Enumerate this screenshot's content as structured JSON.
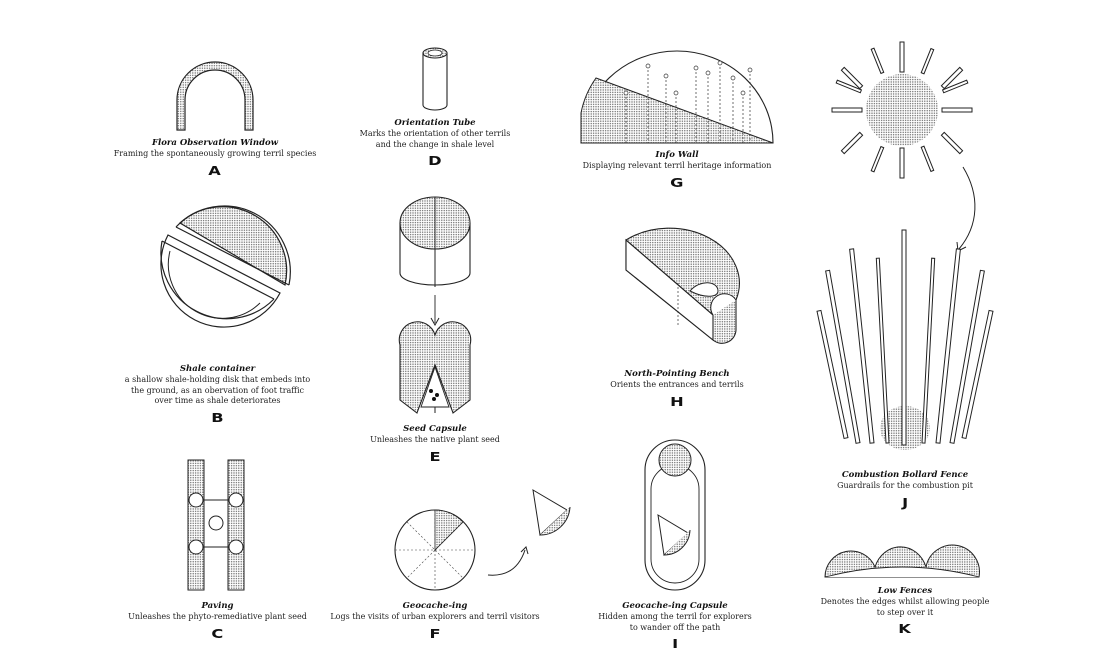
{
  "items": {
    "A": {
      "letter": "A",
      "title": "Flora Observation Window",
      "desc": [
        "Framing the spontaneously growing terril species"
      ]
    },
    "B": {
      "letter": "B",
      "title": "Shale container",
      "desc": [
        "a shallow shale-holding disk that embeds into",
        "the ground, as an obervation of foot traffic",
        "over time as shale deteriorates"
      ]
    },
    "C": {
      "letter": "C",
      "title": "Paving",
      "desc": [
        "Unleashes the phyto-remediative plant seed"
      ]
    },
    "D": {
      "letter": "D",
      "title": "Orientation Tube",
      "desc": [
        "Marks the orientation of other terrils",
        "and the change in shale level"
      ]
    },
    "E": {
      "letter": "E",
      "title": "Seed Capsule",
      "desc": [
        "Unleashes the native plant seed"
      ]
    },
    "F": {
      "letter": "F",
      "title": "Geocache-ing",
      "desc": [
        "Logs the visits of urban explorers and terril visitors"
      ]
    },
    "G": {
      "letter": "G",
      "title": "Info Wall",
      "desc": [
        "Displaying relevant terril heritage information"
      ]
    },
    "H": {
      "letter": "H",
      "title": "North-Pointing Bench",
      "desc": [
        "Orients the entrances and terrils"
      ]
    },
    "I": {
      "letter": "I",
      "title": "Geocache-ing Capsule",
      "desc": [
        "Hidden among the terril for explorers",
        "to wander off the path"
      ]
    },
    "J": {
      "letter": "J",
      "title": "Combustion Bollard Fence",
      "desc": [
        "Guardrails for the combustion pit"
      ]
    },
    "K": {
      "letter": "K",
      "title": "Low Fences",
      "desc": [
        "Denotes the edges whilst allowing people",
        "to step over it"
      ]
    }
  }
}
